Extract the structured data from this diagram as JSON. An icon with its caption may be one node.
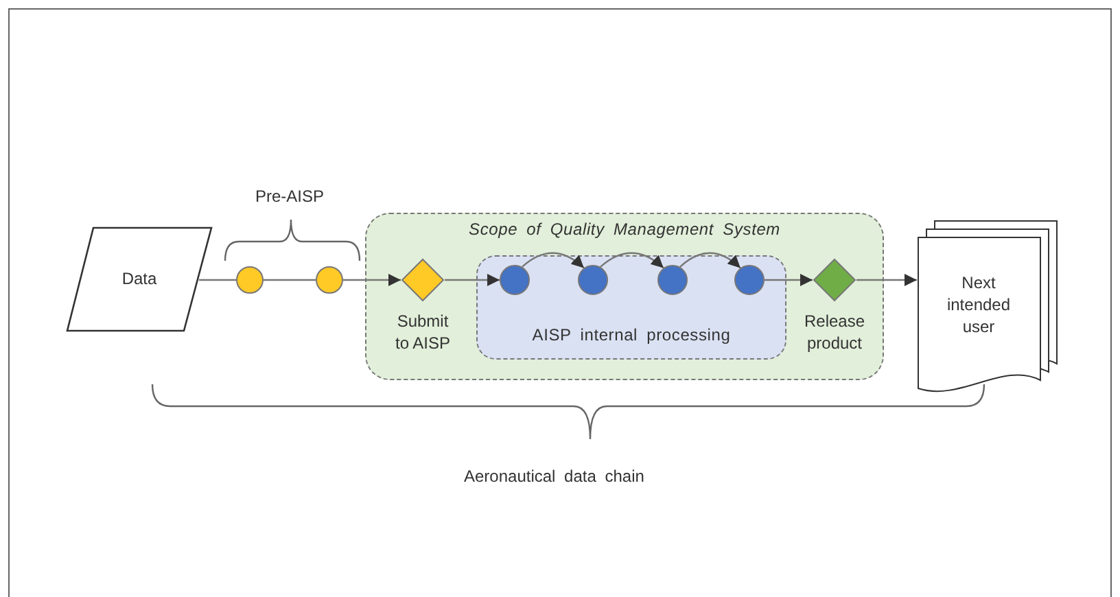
{
  "diagram": {
    "nodes": [
      {
        "text": [
          "Scope of Quality Management System"
        ]
      },
      {
        "text": [
          "AISP internal processing"
        ],
        "in": 0
      },
      {
        "text": [
          "Data"
        ]
      },
      {
        "text": [],
        "shape": "circle"
      },
      {
        "text": [],
        "shape": "circle"
      },
      {
        "text": [
          "Submit to AISP"
        ],
        "in": 0
      },
      {
        "text": [],
        "shape": "circle",
        "in": 1
      },
      {
        "text": [],
        "shape": "circle",
        "in": 1
      },
      {
        "text": [],
        "shape": "circle",
        "in": 1
      },
      {
        "text": [],
        "shape": "circle",
        "in": 1
      },
      {
        "text": [
          "Release product"
        ],
        "in": 0
      },
      {
        "text": [
          "Next intended user"
        ]
      }
    ],
    "edges": [
      {
        "from": 2,
        "to": 3,
        "arrow": "none"
      },
      {
        "from": 3,
        "to": 4,
        "arrow": "none"
      },
      {
        "from": 4,
        "to": 5,
        "arrow": "to"
      },
      {
        "from": 5,
        "to": 6,
        "arrow": "to"
      },
      {
        "from": 6,
        "to": 7,
        "arrow": "to"
      },
      {
        "from": 7,
        "to": 8,
        "arrow": "to"
      },
      {
        "from": 8,
        "to": 9,
        "arrow": "to"
      },
      {
        "from": 9,
        "to": 10,
        "arrow": "to"
      },
      {
        "from": 10,
        "to": 11,
        "arrow": "to"
      }
    ],
    "labels": [
      "Pre-AISP",
      "Aeronautical data chain"
    ]
  }
}
